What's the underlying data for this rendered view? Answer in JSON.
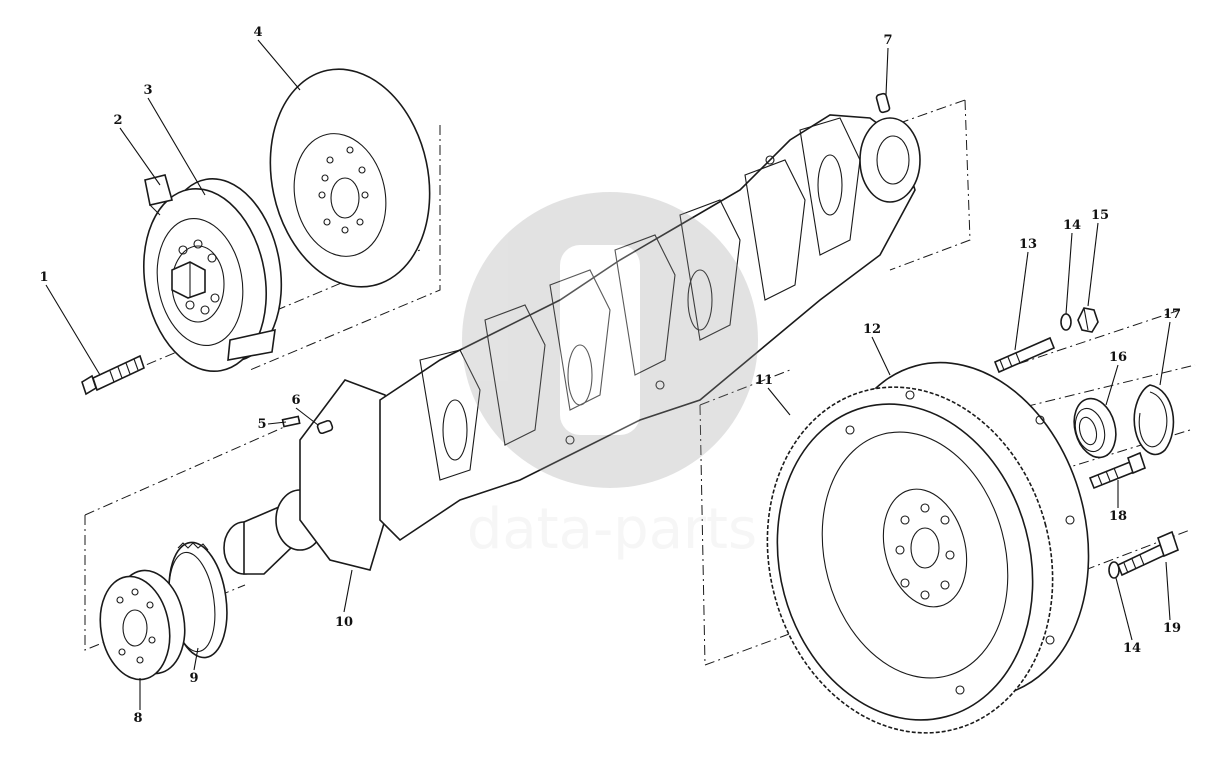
{
  "watermark": {
    "text": "data-parts",
    "color": "#d0d0d0"
  },
  "callouts": [
    {
      "id": "c1",
      "label": "1"
    },
    {
      "id": "c2",
      "label": "2"
    },
    {
      "id": "c3",
      "label": "3"
    },
    {
      "id": "c4",
      "label": "4"
    },
    {
      "id": "c5",
      "label": "5"
    },
    {
      "id": "c6",
      "label": "6"
    },
    {
      "id": "c7",
      "label": "7"
    },
    {
      "id": "c8",
      "label": "8"
    },
    {
      "id": "c9",
      "label": "9"
    },
    {
      "id": "c10",
      "label": "10"
    },
    {
      "id": "c11",
      "label": "11"
    },
    {
      "id": "c12",
      "label": "12"
    },
    {
      "id": "c13",
      "label": "13"
    },
    {
      "id": "c14a",
      "label": "14"
    },
    {
      "id": "c15",
      "label": "15"
    },
    {
      "id": "c16",
      "label": "16"
    },
    {
      "id": "c17",
      "label": "17"
    },
    {
      "id": "c18",
      "label": "18"
    },
    {
      "id": "c14b",
      "label": "14"
    },
    {
      "id": "c19",
      "label": "19"
    }
  ]
}
